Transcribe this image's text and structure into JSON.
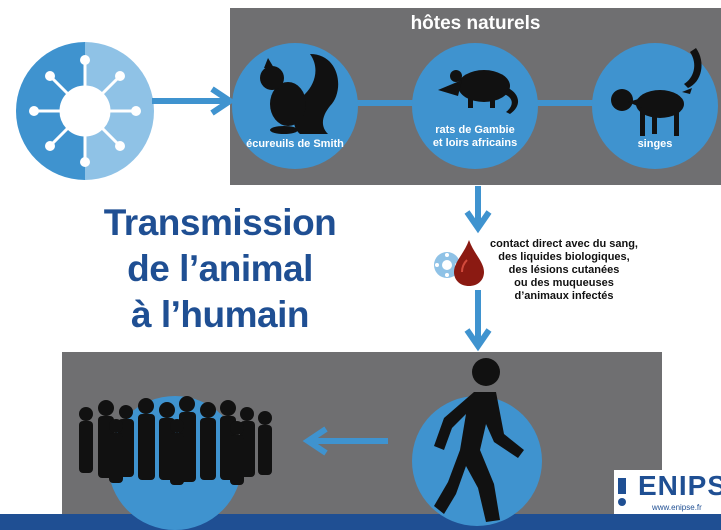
{
  "hosts": {
    "title": "hôtes naturels",
    "squirrel_label": "écureuils de Smith",
    "rat_label_line1": "rats de Gambie",
    "rat_label_line2": "et loirs africains",
    "monkey_label": "singes"
  },
  "headline": {
    "line1": "Transmission",
    "line2": "de l’animal",
    "line3": "à l’humain"
  },
  "contact": {
    "line1": "contact direct avec du sang,",
    "line2": "des liquides biologiques,",
    "line3": "des lésions cutanées",
    "line4": "ou des muqueuses",
    "line5": "d’animaux infectés"
  },
  "logo": {
    "name": "ENIPSE",
    "url": "www.enipse.fr"
  },
  "colors": {
    "accent_blue": "#3f93cf",
    "light_blue": "#8fc2e6",
    "navy": "#1f4f93",
    "panel_gray": "#6f6f71",
    "blood_red": "#8b1a12"
  }
}
